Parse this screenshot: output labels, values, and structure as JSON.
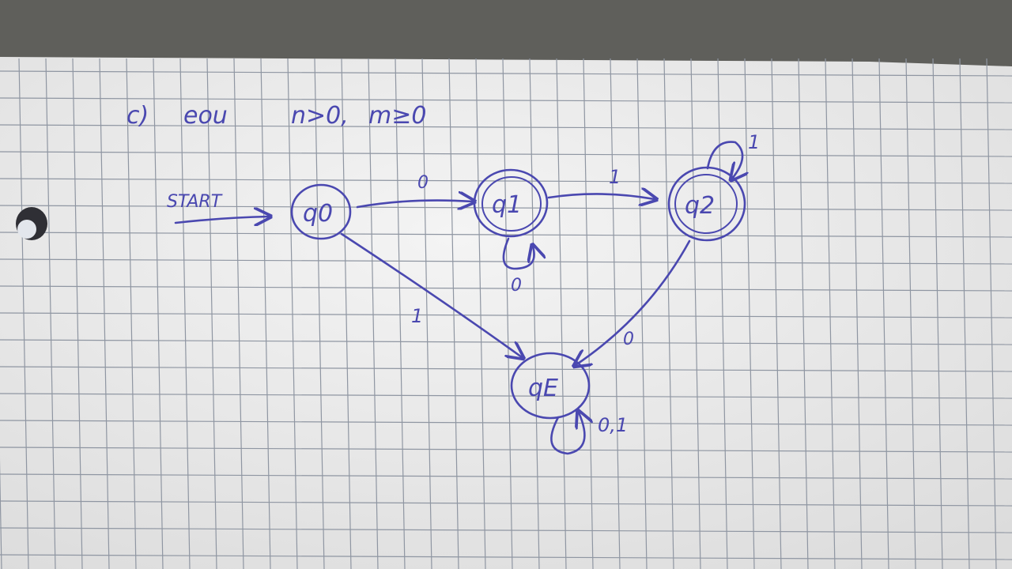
{
  "heading": {
    "prefix": "c)",
    "word": "eou",
    "condition_n": "n>0,",
    "condition_m": "m≥0"
  },
  "start_label": "START",
  "states": {
    "q0": {
      "label": "q0",
      "accepting": false
    },
    "q1": {
      "label": "q1",
      "accepting": true
    },
    "q2": {
      "label": "q2",
      "accepting": true
    },
    "qe": {
      "label": "qE",
      "accepting": false
    }
  },
  "transitions": {
    "q0_q1": "0",
    "q1_loop": "0",
    "q1_q2": "1",
    "q2_loop": "1",
    "q0_qe": "1",
    "q2_qe": "0",
    "qe_loop": "0,1"
  },
  "colors": {
    "ink": "#4a48b0",
    "paper": "#efefef",
    "grid": "#8f96a2",
    "background": "#5f5f5b"
  }
}
